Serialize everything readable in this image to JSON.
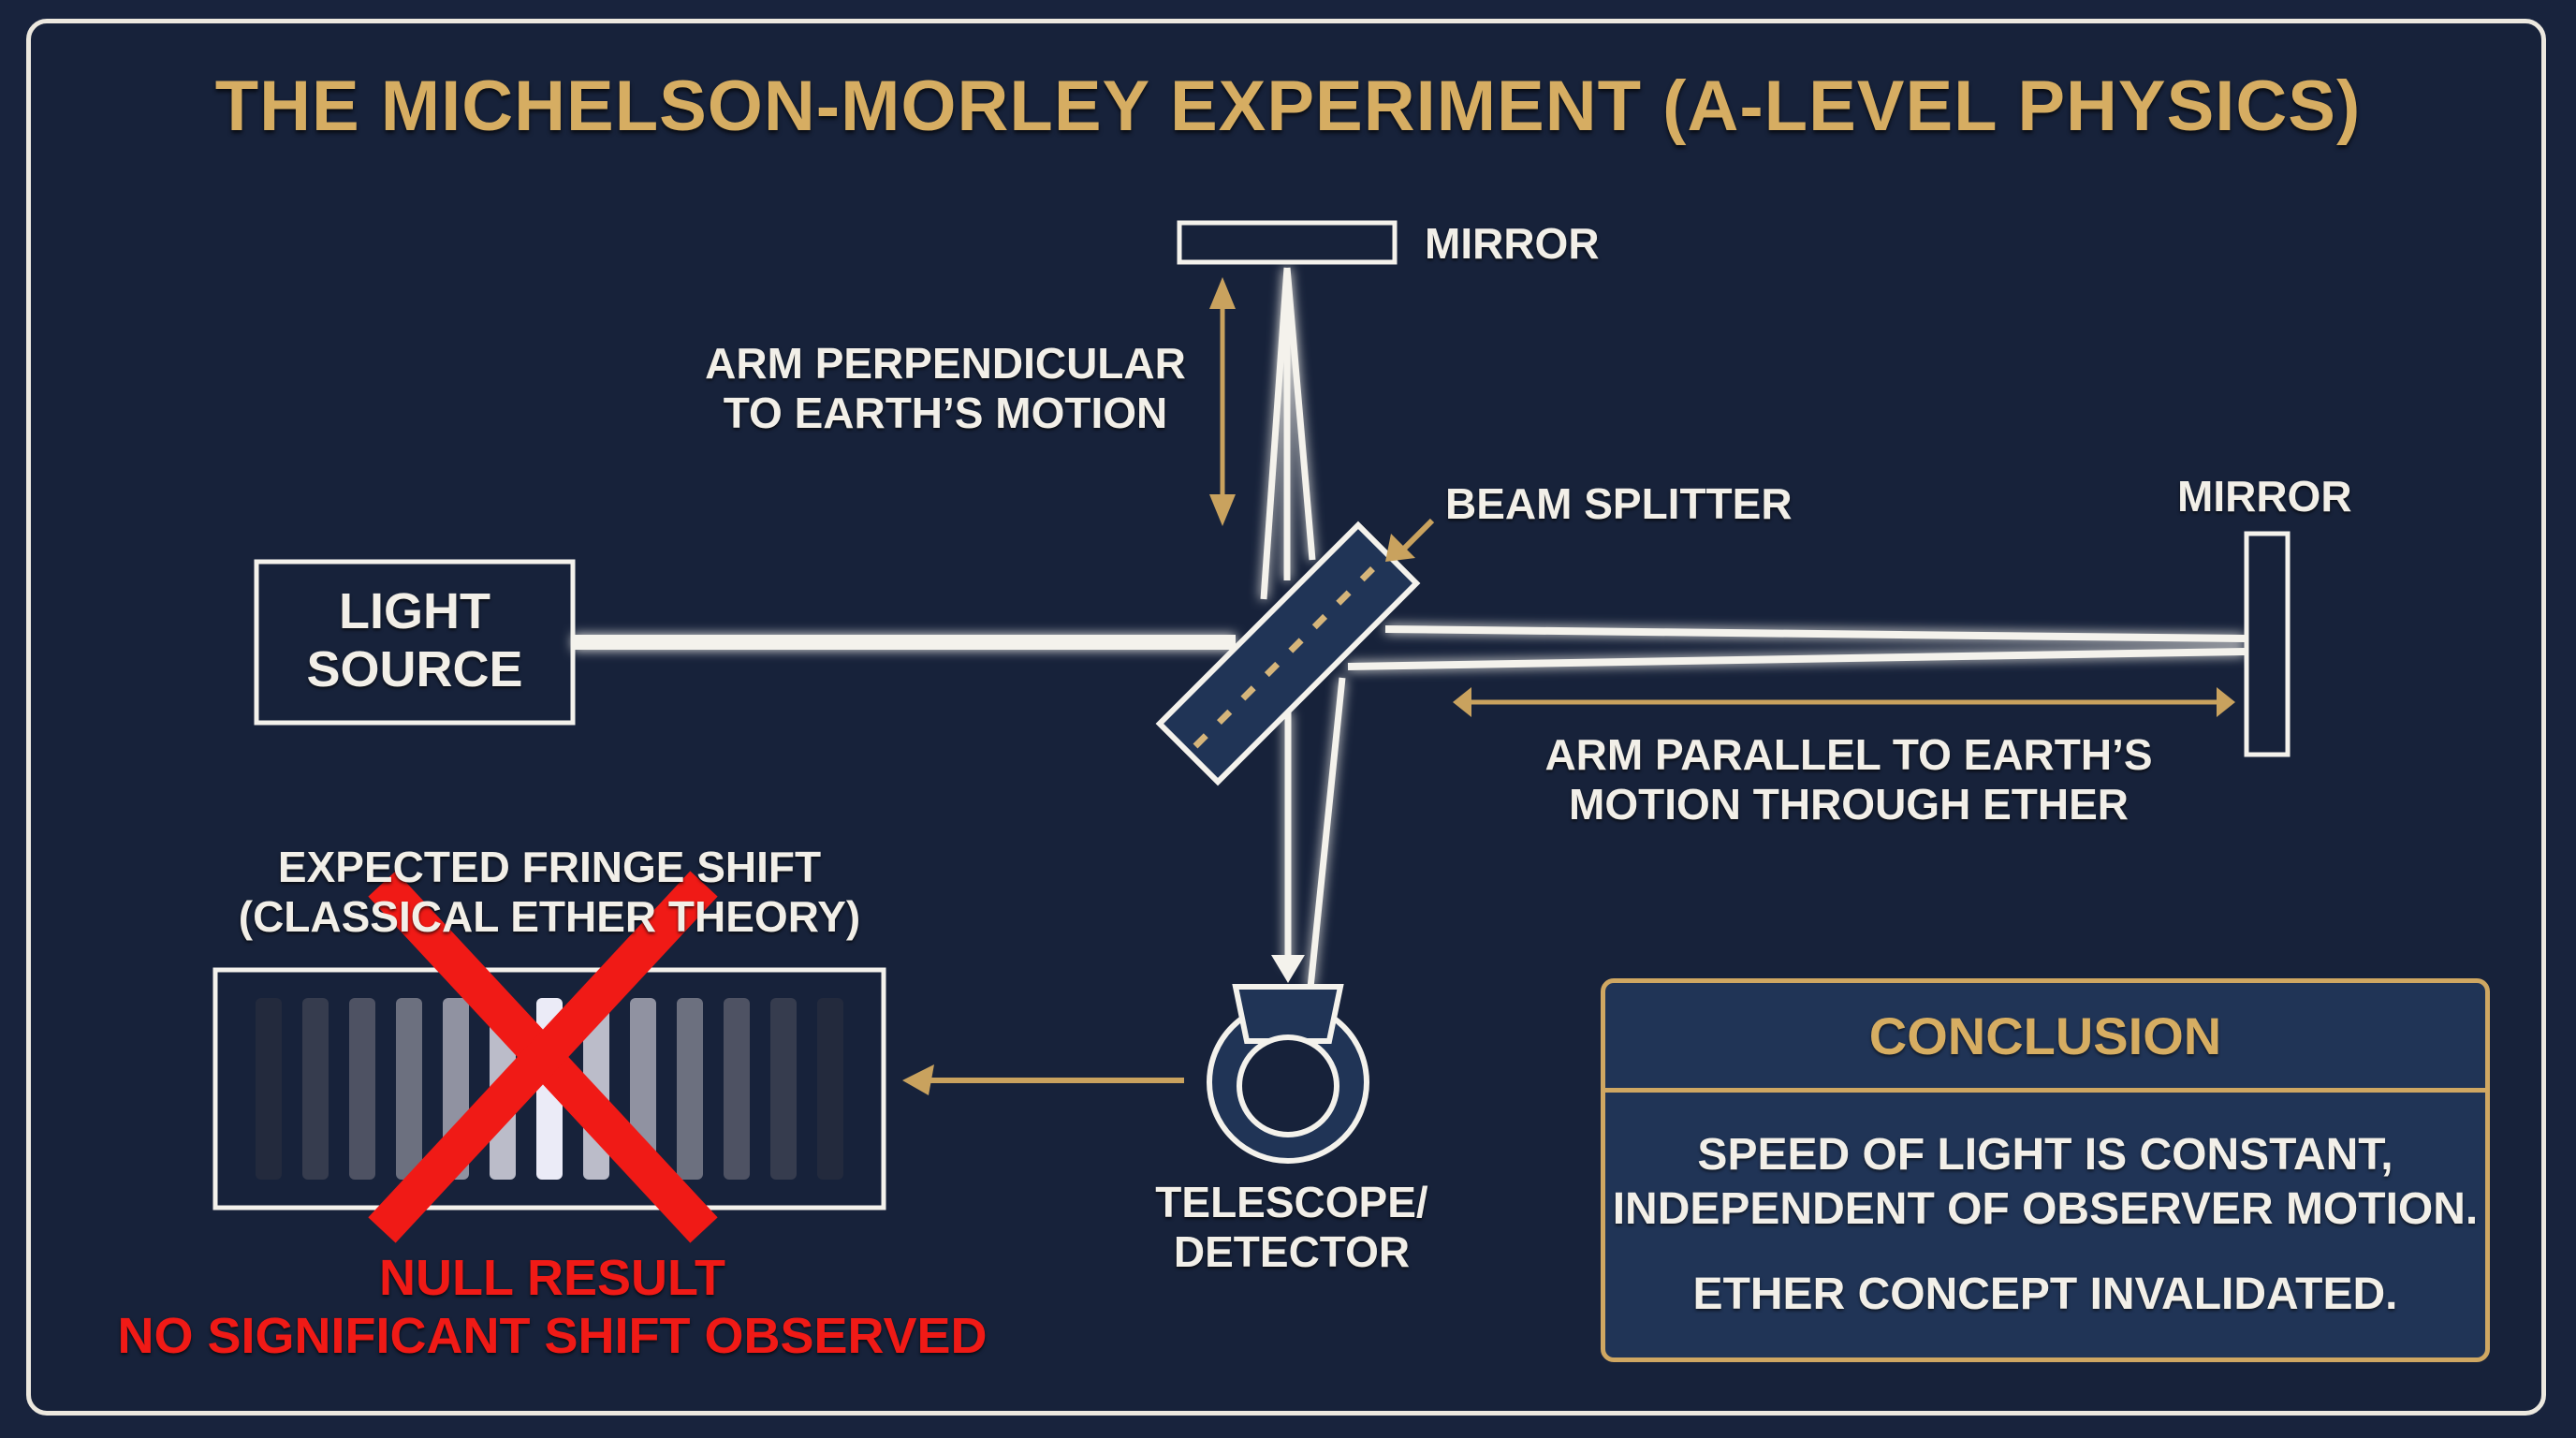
{
  "title": "THE MICHELSON-MORLEY EXPERIMENT (A-LEVEL PHYSICS)",
  "colors": {
    "background": "#18233d",
    "accent_gold": "#d6ad62",
    "beam_white": "#f4f2ec",
    "error_red": "#f01a16",
    "panel_blue": "#203456"
  },
  "components": {
    "light_source": {
      "line1": "LIGHT",
      "line2": "SOURCE"
    },
    "mirror_top": {
      "label": "MIRROR"
    },
    "mirror_right": {
      "label": "MIRROR"
    },
    "beam_splitter": {
      "label": "BEAM SPLITTER"
    },
    "detector": {
      "line1": "TELESCOPE/",
      "line2": "DETECTOR"
    }
  },
  "arms": {
    "perpendicular": {
      "line1": "ARM PERPENDICULAR",
      "line2": "TO EARTH’S MOTION"
    },
    "parallel": {
      "line1": "ARM PARALLEL TO EARTH’S",
      "line2": "MOTION THROUGH ETHER"
    }
  },
  "fringe_panel": {
    "title_line1": "EXPECTED FRINGE SHIFT",
    "title_line2": "(CLASSICAL ETHER THEORY)",
    "crossed_out": true,
    "fringe_count": 13
  },
  "result": {
    "line1": "NULL RESULT",
    "line2": "NO SIGNIFICANT SHIFT OBSERVED"
  },
  "conclusion": {
    "heading": "CONCLUSION",
    "line1": "SPEED OF LIGHT IS CONSTANT,",
    "line2": "INDEPENDENT OF OBSERVER MOTION.",
    "line3": "ETHER CONCEPT INVALIDATED."
  }
}
